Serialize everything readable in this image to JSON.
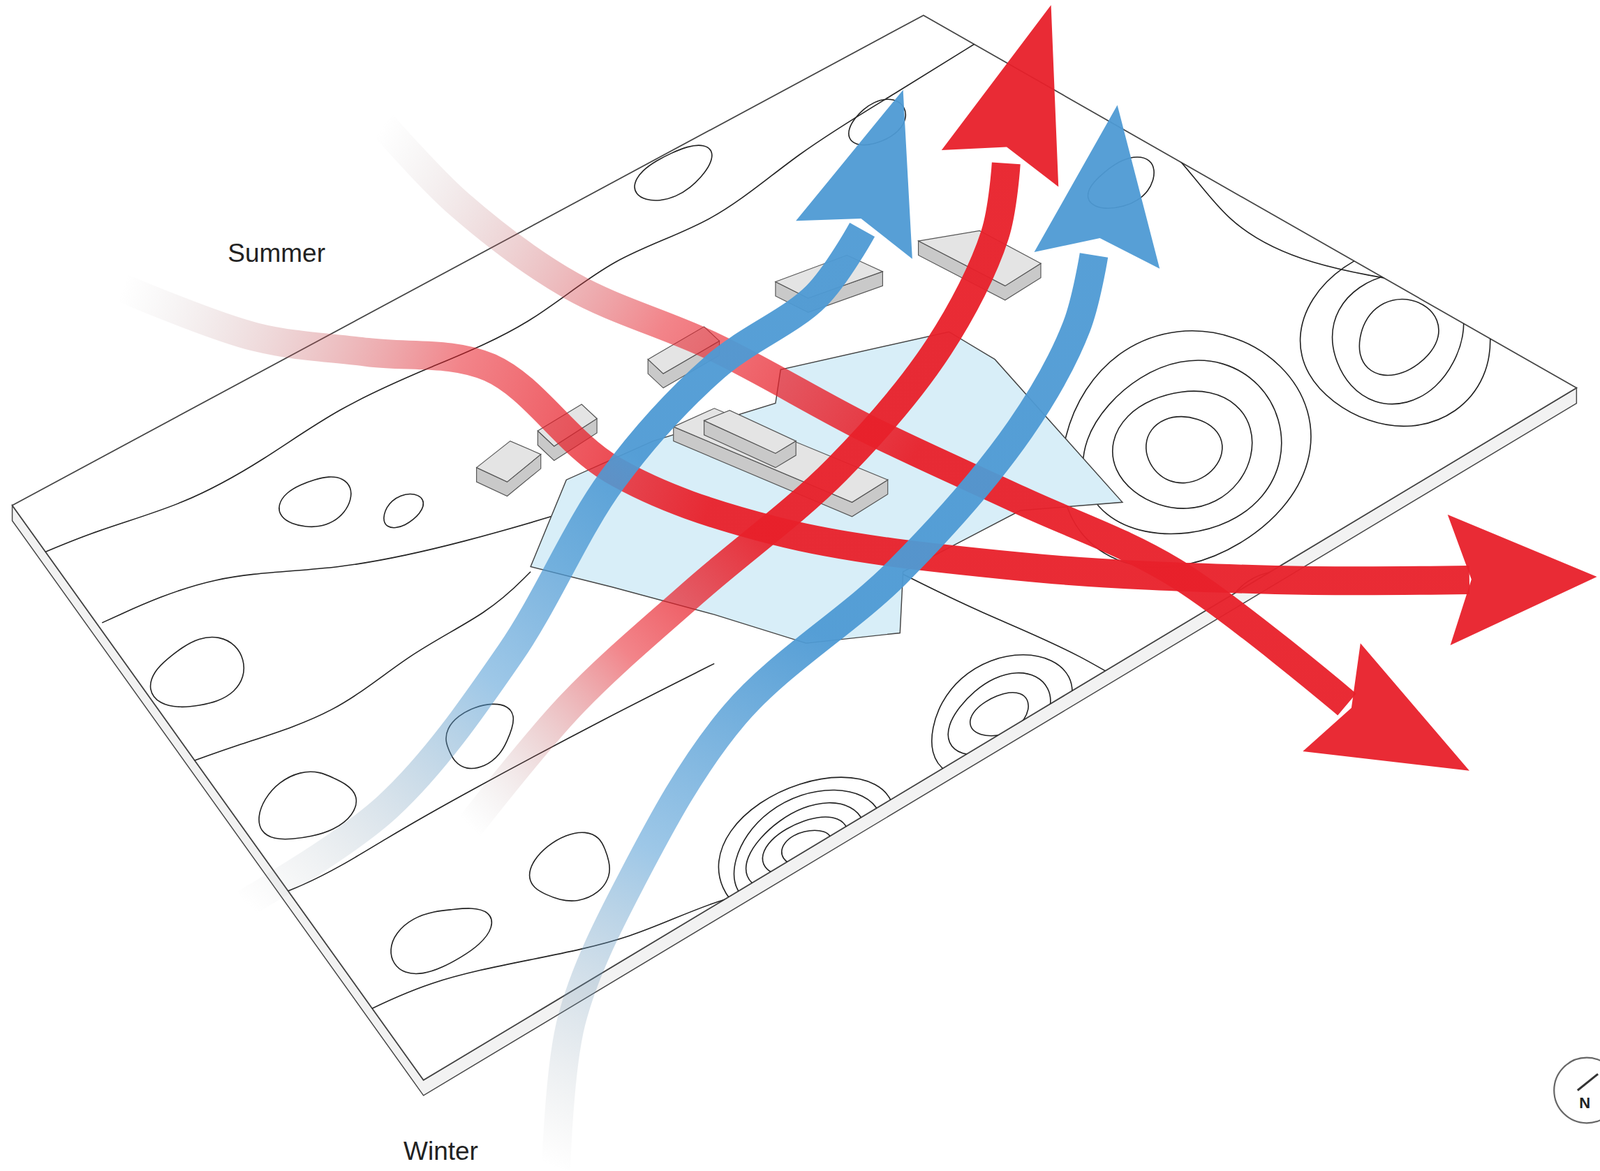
{
  "diagram": {
    "labels": [
      "Summer",
      "Winter",
      "N"
    ]
  }
}
